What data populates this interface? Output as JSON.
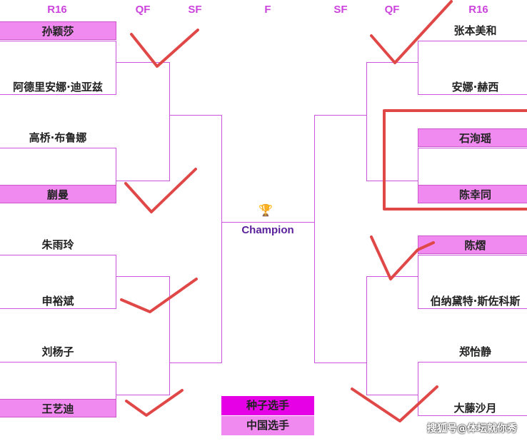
{
  "headers": {
    "r16_left": "R16",
    "qf_left": "QF",
    "sf_left": "SF",
    "final": "F",
    "sf_right": "SF",
    "qf_right": "QF",
    "r16_right": "R16"
  },
  "left": [
    {
      "top": {
        "name": "孙颖莎",
        "chinese": true
      },
      "bottom": {
        "name": "阿德里安娜·迪亚兹",
        "chinese": false
      }
    },
    {
      "top": {
        "name": "高桥·布鲁娜",
        "chinese": false
      },
      "bottom": {
        "name": "蒯曼",
        "chinese": true
      }
    },
    {
      "top": {
        "name": "朱雨玲",
        "chinese": false
      },
      "bottom": {
        "name": "申裕斌",
        "chinese": false
      }
    },
    {
      "top": {
        "name": "刘杨子",
        "chinese": false
      },
      "bottom": {
        "name": "王艺迪",
        "chinese": true
      }
    }
  ],
  "right": [
    {
      "top": {
        "name": "张本美和",
        "chinese": false
      },
      "bottom": {
        "name": "安娜·赫西",
        "chinese": false
      }
    },
    {
      "top": {
        "name": "石洵瑶",
        "chinese": true
      },
      "bottom": {
        "name": "陈幸同",
        "chinese": true
      }
    },
    {
      "top": {
        "name": "陈熠",
        "chinese": true
      },
      "bottom": {
        "name": "伯纳黛特·斯佐科斯",
        "chinese": false
      }
    },
    {
      "top": {
        "name": "郑怡静",
        "chinese": false
      },
      "bottom": {
        "name": "大藤沙月",
        "chinese": false
      }
    }
  ],
  "champion": {
    "label": "Champion",
    "icon": "trophy-icon"
  },
  "legend": {
    "seed": "种子选手",
    "chinese": "中国选手"
  },
  "colors": {
    "chinese": "#f08af0",
    "seed": "#e600e6",
    "line": "#cc55dd",
    "annotation": "#e04848"
  },
  "watermark": "搜狐号@体坛就你秀"
}
